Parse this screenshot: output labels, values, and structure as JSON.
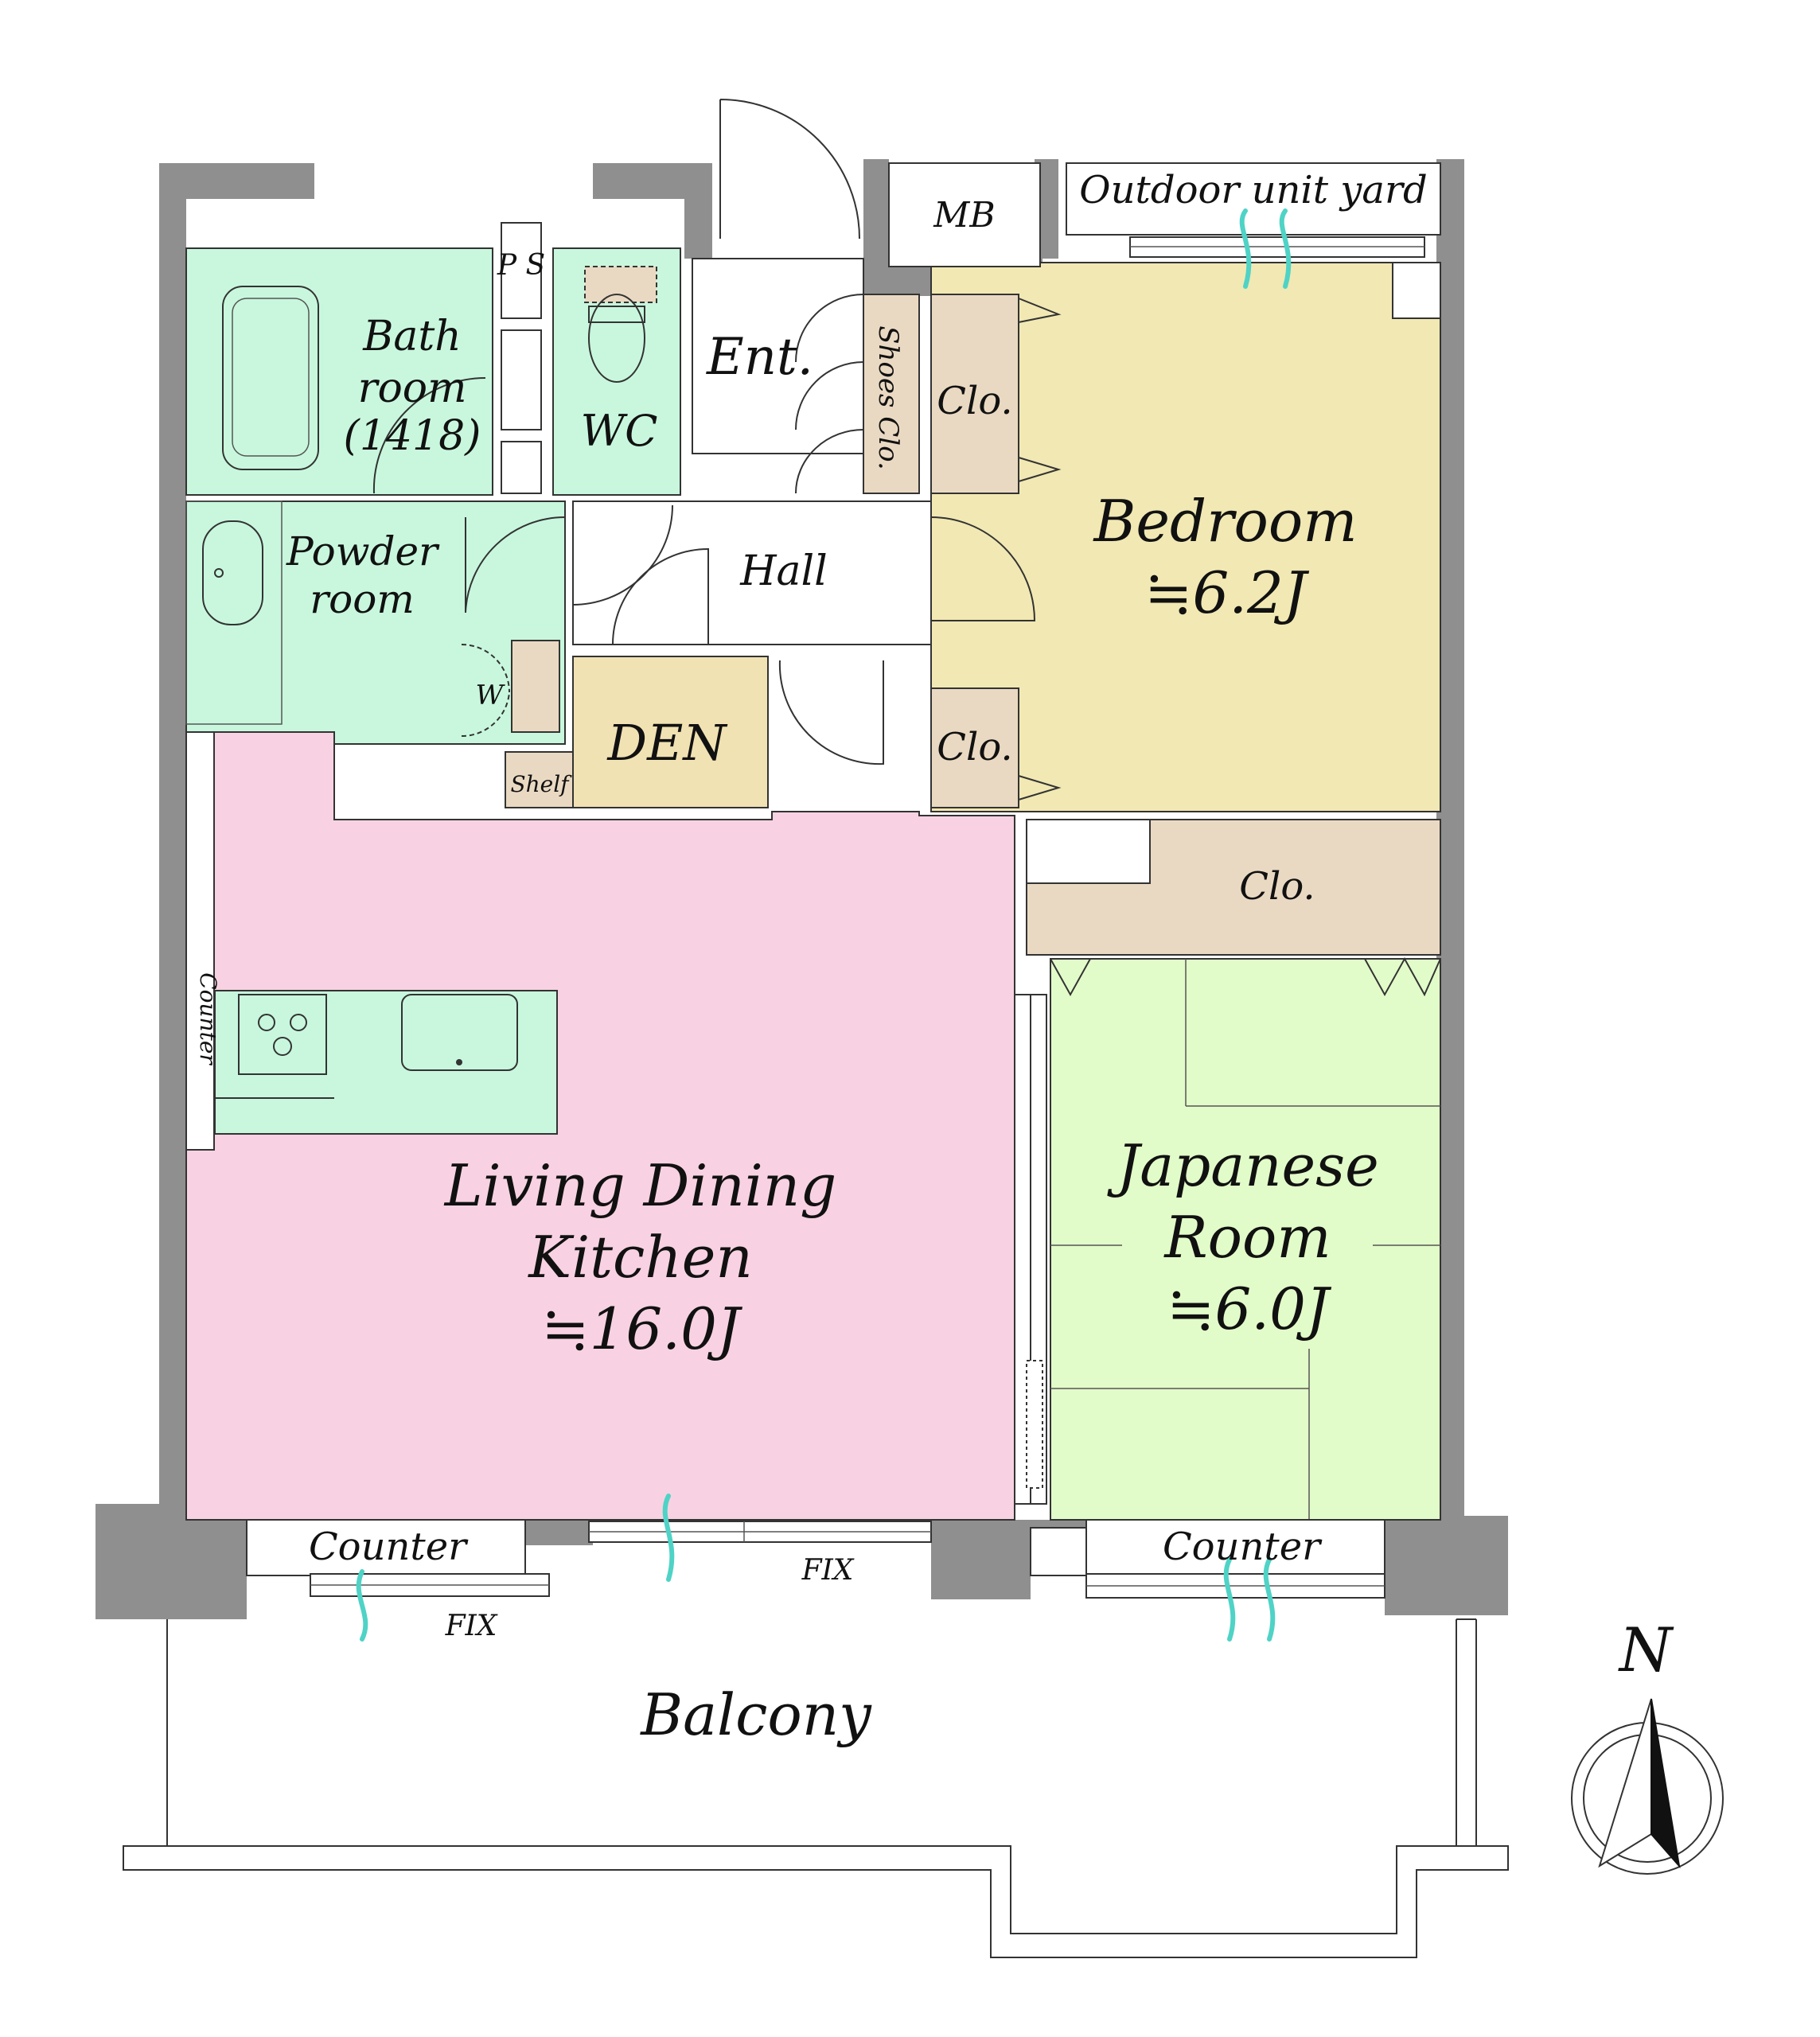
{
  "rooms": {
    "outdoor": "Outdoor unit yard",
    "mb": "MB",
    "ps": "P S",
    "bath_line1": "Bath",
    "bath_line2": "room",
    "bath_line3": "(1418)",
    "wc": "WC",
    "ent": "Ent.",
    "shoes": "Shoes Clo.",
    "clo_top": "Clo.",
    "clo_mid": "Clo.",
    "clo_bottom": "Clo.",
    "bedroom_line1": "Bedroom",
    "bedroom_line2": "≒6.2J",
    "powder_line1": "Powder",
    "powder_line2": "room",
    "hall": "Hall",
    "w": "W",
    "den": "DEN",
    "shelf": "Shelf",
    "counter_side": "Counter",
    "ldk_line1": "Living Dining",
    "ldk_line2": "Kitchen",
    "ldk_line3": "≒16.0J",
    "jr_line1": "Japanese",
    "jr_line2": "Room",
    "jr_line3": "≒6.0J",
    "counter_left": "Counter",
    "counter_right": "Counter",
    "fix_left": "FIX",
    "fix_mid": "FIX",
    "balcony": "Balcony",
    "north": "N"
  },
  "colors": {
    "wet_area": "#c8f7dd",
    "ldk": "#f8d2e2",
    "bedroom": "#f1e8b3",
    "den": "#f1e2b3",
    "closet": "#ead9c2",
    "japanese_room": "#e2fcc9",
    "wall": "#8f8f8f",
    "airflow": "#4fd3c6"
  }
}
